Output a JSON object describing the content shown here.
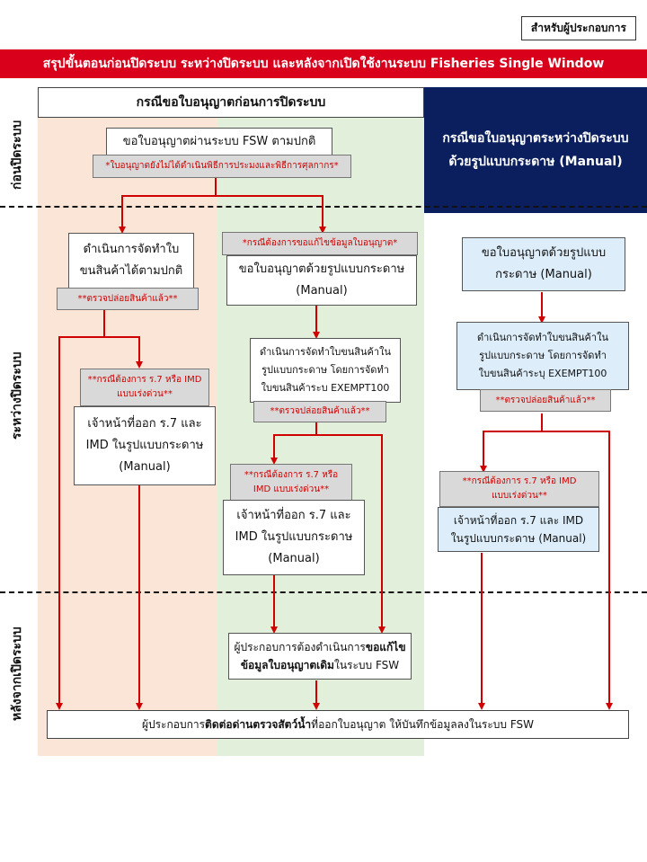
{
  "tag": "สำหรับผู้ประกอบการ",
  "banner": "สรุปขั้นตอนก่อนปิดระบบ ระหว่างปิดระบบ และหลังจากเปิดใช้งานระบบ Fisheries Single Window",
  "header_left": "กรณีขอใบอนุญาตก่อนการปิดระบบ",
  "header_right": {
    "line1": "กรณีขอใบอนุญาตระหว่างปิดระบบ",
    "line2": "ด้วยรูปแบบกระดาษ (Manual)"
  },
  "phases": {
    "before": "ก่อนปิดระบบ",
    "during": "ระหว่างปิดระบบ",
    "after": "หลังจากเปิดระบบ"
  },
  "boxes": {
    "fsw_normal": "ขอใบอนุญาตผ่านระบบ FSW ตามปกติ",
    "fsw_normal_note": "*ใบอนุญาตยังไม่ได้ดำเนินพิธีการประมงและพิธีการศุลกากร*",
    "normal_doc": {
      "line1": "ดำเนินการจัดทำใบ",
      "line2": "ขนสินค้าได้ตามปกติ"
    },
    "normal_doc_note": "**ตรวจปล่อยสินค้าแล้ว**",
    "left_urgent_note": {
      "line1": "**กรณีต้องการ ร.7 หรือ IMD",
      "line2": "แบบเร่งด่วน**"
    },
    "left_officer": {
      "line1": "เจ้าหน้าที่ออก ร.7 และ",
      "line2": "IMD ในรูปแบบกระดาษ",
      "line3": "(Manual)"
    },
    "amend_note": "*กรณีต้องการขอแก้ไขข้อมูลใบอนุญาต*",
    "amend_paper": {
      "line1": "ขอใบอนุญาตด้วยรูปแบบกระดาษ",
      "line2": "(Manual)"
    },
    "mid_doc": {
      "line1": "ดำเนินการจัดทำใบขนสินค้าใน",
      "line2": "รูปแบบกระดาษ โดยการจัดทำ",
      "line3": "ใบขนสินค้าระบ EXEMPT100"
    },
    "mid_doc_note": "**ตรวจปล่อยสินค้าแล้ว**",
    "mid_urgent_note": {
      "line1": "**กรณีต้องการ ร.7 หรือ",
      "line2": "IMD แบบเร่งด่วน**"
    },
    "mid_officer": {
      "line1": "เจ้าหน้าที่ออก ร.7 และ",
      "line2": "IMD ในรูปแบบกระดาษ",
      "line3": "(Manual)"
    },
    "amend_after": {
      "line1_a": "ผู้ประกอบการต้องดำเนินการ",
      "line1_b": "ขอแก้ไข",
      "line2_a": "ข้อมูลใบอนุญาตเดิม",
      "line2_b": "ในระบบ FSW"
    },
    "right_paper": {
      "line1": "ขอใบอนุญาตด้วยรูปแบบ",
      "line2": "กระดาษ (Manual)"
    },
    "right_doc": {
      "line1": "ดำเนินการจัดทำใบขนสินค้าใน",
      "line2": "รูปแบบกระดาษ โดยการจัดทำ",
      "line3": "ใบขนสินค้าระบุ EXEMPT100"
    },
    "right_doc_note": "**ตรวจปล่อยสินค้าแล้ว**",
    "right_urgent_note": {
      "line1": "**กรณีต้องการ ร.7 หรือ IMD",
      "line2": "แบบเร่งด่วน**"
    },
    "right_officer": {
      "line1": "เจ้าหน้าที่ออก ร.7 และ IMD",
      "line2": "ในรูปแบบกระดาษ (Manual)"
    }
  },
  "bottom": {
    "part1": "ผู้ประกอบการ",
    "part2": "ติดต่อด่านตรวจสัตว์น้ำ",
    "part3": "ที่ออกใบอนุญาต ให้บันทึกข้อมูลลงในระบบ FSW"
  },
  "colors": {
    "banner": "#d9001b",
    "navy": "#0b1f5e",
    "peach": "#fbe5d6",
    "green": "#e2efda",
    "arrow": "#d00000",
    "light_blue": "#ddeefa"
  }
}
